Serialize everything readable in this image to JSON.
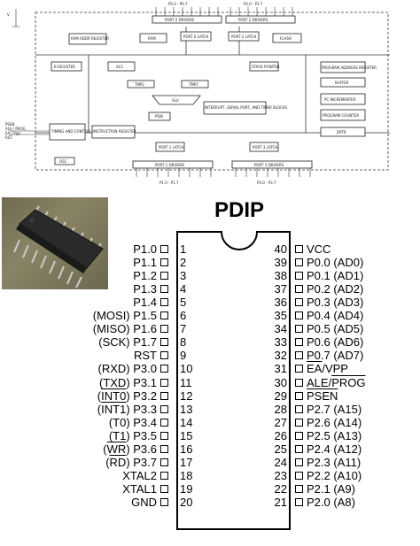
{
  "block_diagram": {
    "vcc_label": "V",
    "top_left_bus": "P0.0 - P0.7",
    "top_right_bus": "P2.0 - P2.7",
    "blocks": {
      "port0_drivers": "PORT 0 DRIVERS",
      "port2_drivers": "PORT 2 DRIVERS",
      "ram_addr": "RAM ADDR REGISTER",
      "ram": "RAM",
      "port0_latch": "PORT 0 LATCH",
      "port2_latch": "PORT 2 LATCH",
      "flash": "FLASH",
      "b_register": "B REGISTER",
      "acc": "ACC",
      "stack_pointer": "STACK POINTER",
      "program_address_register": "PROGRAM ADDRESS REGISTER",
      "tmp2": "TMP2",
      "tmp1": "TMP1",
      "buffer": "BUFFER",
      "alu": "ALU",
      "interrupt": "INTERRUPT, SERIAL PORT, AND TIMER BLOCKS",
      "pc_incrementer": "PC INCREMENTER",
      "psw": "PSW",
      "program_counter": "PROGRAM COUNTER",
      "timing": "TIMING AND CONTROL",
      "instruction_register": "INSTRUCTION REGISTER",
      "dptr": "DPTR",
      "port1_latch": "PORT 1 LATCH",
      "port3_latch": "PORT 3 LATCH",
      "osc": "OSC",
      "port1_drivers": "PORT 1 DRIVERS",
      "port3_drivers": "PORT 3 DRIVERS"
    },
    "left_signals": [
      "PSEN",
      "ALE / PROG",
      "EA / Vpp",
      "RST"
    ],
    "bottom_left_bus": "P1.0 - P1.7",
    "bottom_right_bus": "P3.0 - P3.7"
  },
  "pdip_title": "PDIP",
  "left_pins": [
    {
      "label": "P1.0",
      "num": "1"
    },
    {
      "label": "P1.1",
      "num": "2"
    },
    {
      "label": "P1.2",
      "num": "3"
    },
    {
      "label": "P1.3",
      "num": "4"
    },
    {
      "label": "P1.4",
      "num": "5"
    },
    {
      "label": "(MOSI) P1.5",
      "num": "6"
    },
    {
      "label": "(MISO) P1.6",
      "num": "7"
    },
    {
      "label": "(SCK) P1.7",
      "num": "8"
    },
    {
      "label": "RST",
      "num": "9"
    },
    {
      "label": "(RXD) P3.0",
      "num": "10"
    },
    {
      "label": "(TXD) P3.1",
      "num": "11"
    },
    {
      "label": "(INT0) P3.2",
      "num": "12",
      "over": "INT0"
    },
    {
      "label": "(INT1) P3.3",
      "num": "13",
      "over": "INT1"
    },
    {
      "label": "(T0) P3.4",
      "num": "14"
    },
    {
      "label": "(T1) P3.5",
      "num": "15"
    },
    {
      "label": "(WR) P3.6",
      "num": "16",
      "over": "WR"
    },
    {
      "label": "(RD) P3.7",
      "num": "17",
      "over": "RD"
    },
    {
      "label": "XTAL2",
      "num": "18"
    },
    {
      "label": "XTAL1",
      "num": "19"
    },
    {
      "label": "GND",
      "num": "20"
    }
  ],
  "right_pins": [
    {
      "label": "VCC",
      "num": "40"
    },
    {
      "label": "P0.0 (AD0)",
      "num": "39"
    },
    {
      "label": "P0.1 (AD1)",
      "num": "38"
    },
    {
      "label": "P0.2 (AD2)",
      "num": "37"
    },
    {
      "label": "P0.3 (AD3)",
      "num": "36"
    },
    {
      "label": "P0.4 (AD4)",
      "num": "35"
    },
    {
      "label": "P0.5 (AD5)",
      "num": "34"
    },
    {
      "label": "P0.6 (AD6)",
      "num": "33"
    },
    {
      "label": "P0.7 (AD7)",
      "num": "32"
    },
    {
      "label": "EA/VPP",
      "num": "31",
      "over": "EA"
    },
    {
      "label": "ALE/PROG",
      "num": "30",
      "over": "PROG"
    },
    {
      "label": "PSEN",
      "num": "29",
      "over": "PSEN"
    },
    {
      "label": "P2.7 (A15)",
      "num": "28"
    },
    {
      "label": "P2.6 (A14)",
      "num": "27"
    },
    {
      "label": "P2.5 (A13)",
      "num": "26"
    },
    {
      "label": "P2.4 (A12)",
      "num": "25"
    },
    {
      "label": "P2.3 (A11)",
      "num": "24"
    },
    {
      "label": "P2.2 (A10)",
      "num": "23"
    },
    {
      "label": "P2.1 (A9)",
      "num": "22"
    },
    {
      "label": "P2.0 (A8)",
      "num": "21"
    }
  ]
}
